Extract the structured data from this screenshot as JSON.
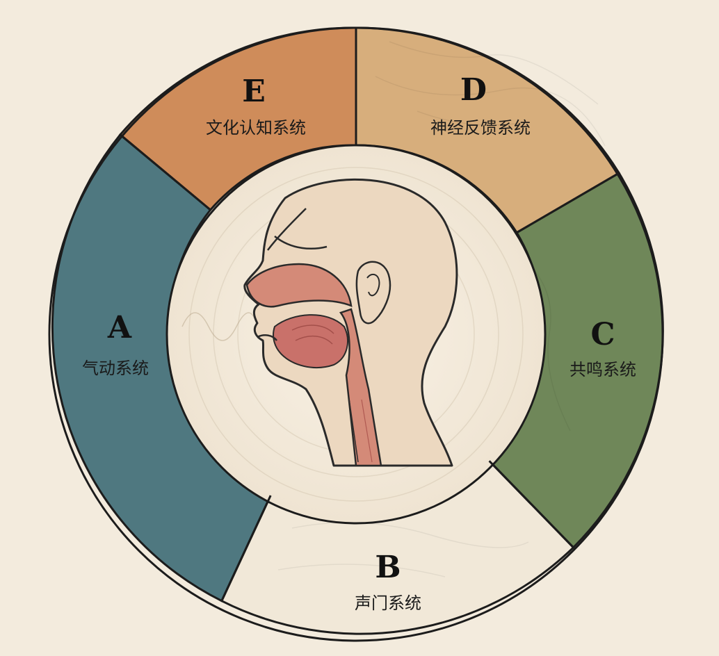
{
  "diagram": {
    "segments": [
      {
        "id": "A",
        "letter": "A",
        "label": "气动系统",
        "color": "#4f7880"
      },
      {
        "id": "B",
        "letter": "B",
        "label": "声门系统",
        "color": "#f1e8d8"
      },
      {
        "id": "C",
        "letter": "C",
        "label": "共鸣系统",
        "color": "#6f8759"
      },
      {
        "id": "D",
        "letter": "D",
        "label": "神经反馈系统",
        "color": "#d7ae7c"
      },
      {
        "id": "E",
        "letter": "E",
        "label": "文化认知系统",
        "color": "#cf8c5a"
      }
    ],
    "ring_outline_color": "#1c1c1c",
    "center_illustration": "head-vocal-tract-cross-section"
  }
}
